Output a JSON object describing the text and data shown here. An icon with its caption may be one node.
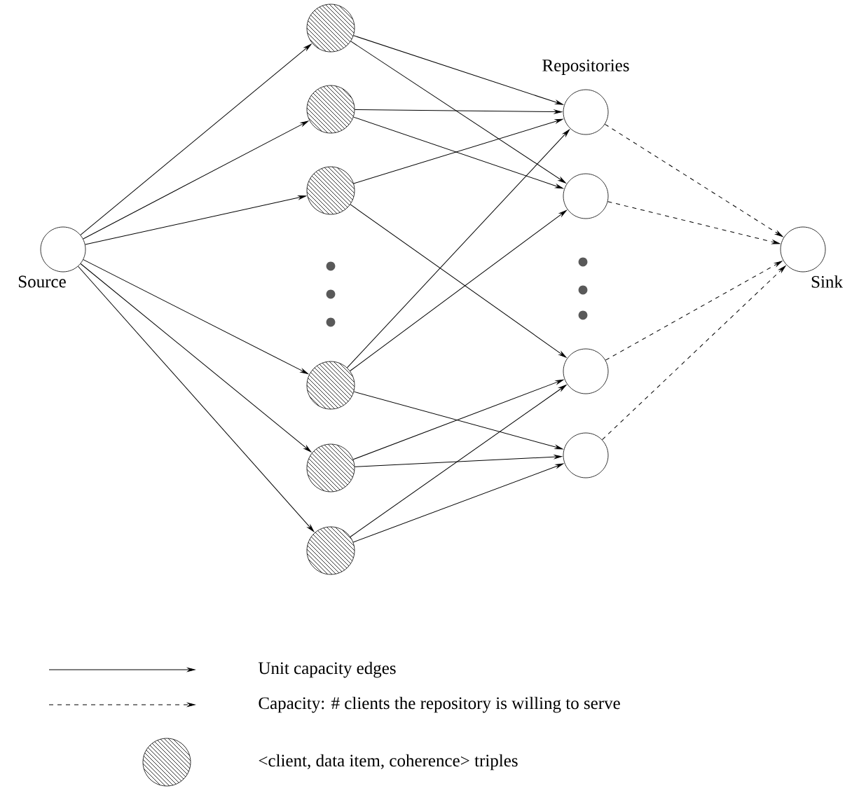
{
  "diagram": {
    "nodes": [
      {
        "text": [],
        "shape": "circle",
        "beside": [
          "Source"
        ]
      },
      {
        "text": [],
        "shape": "circle"
      },
      {
        "text": [],
        "shape": "circle"
      },
      {
        "text": [],
        "shape": "circle"
      },
      {
        "text": [],
        "shape": "circle"
      },
      {
        "text": [],
        "shape": "circle"
      },
      {
        "text": [],
        "shape": "circle"
      },
      {
        "text": [],
        "shape": "circle"
      },
      {
        "text": [],
        "shape": "circle"
      },
      {
        "text": [],
        "shape": "circle"
      },
      {
        "text": [],
        "shape": "circle"
      },
      {
        "text": [],
        "shape": "circle",
        "beside": [
          "Sink"
        ]
      }
    ],
    "edges": [
      {
        "from": 0,
        "to": 1,
        "arrow": "to"
      },
      {
        "from": 0,
        "to": 2,
        "arrow": "to"
      },
      {
        "from": 0,
        "to": 3,
        "arrow": "to"
      },
      {
        "from": 0,
        "to": 4,
        "arrow": "to"
      },
      {
        "from": 0,
        "to": 5,
        "arrow": "to"
      },
      {
        "from": 0,
        "to": 6,
        "arrow": "to"
      },
      {
        "from": 1,
        "to": 7,
        "arrow": "to"
      },
      {
        "from": 1,
        "to": 8,
        "arrow": "to"
      },
      {
        "from": 2,
        "to": 7,
        "arrow": "to"
      },
      {
        "from": 2,
        "to": 8,
        "arrow": "to"
      },
      {
        "from": 3,
        "to": 7,
        "arrow": "to"
      },
      {
        "from": 3,
        "to": 9,
        "arrow": "to"
      },
      {
        "from": 4,
        "to": 7,
        "arrow": "to"
      },
      {
        "from": 4,
        "to": 8,
        "arrow": "to"
      },
      {
        "from": 4,
        "to": 10,
        "arrow": "to"
      },
      {
        "from": 5,
        "to": 9,
        "arrow": "to"
      },
      {
        "from": 5,
        "to": 10,
        "arrow": "to"
      },
      {
        "from": 6,
        "to": 9,
        "arrow": "to"
      },
      {
        "from": 6,
        "to": 10,
        "arrow": "to"
      },
      {
        "from": 7,
        "to": 11,
        "arrow": "to",
        "style": "dashed"
      },
      {
        "from": 8,
        "to": 11,
        "arrow": "to",
        "style": "dashed"
      },
      {
        "from": 9,
        "to": 11,
        "arrow": "to",
        "style": "dashed"
      },
      {
        "from": 10,
        "to": 11,
        "arrow": "to",
        "style": "dashed"
      }
    ],
    "labels": [
      "Repositories"
    ],
    "legend": [
      {
        "text": "Unit capacity edges"
      },
      {
        "text": "Capacity: # clients the repository is willing to serve"
      },
      {
        "text": "<client, data item, coherence> triples"
      }
    ]
  }
}
